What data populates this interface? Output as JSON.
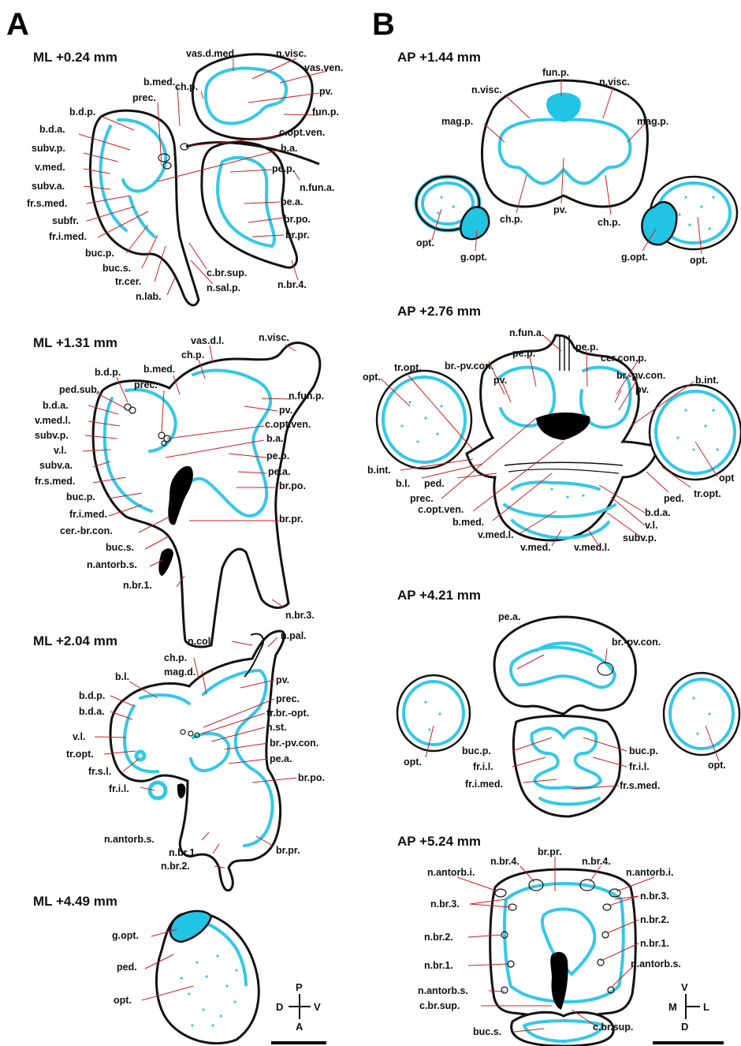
{
  "panels": {
    "a": "A",
    "b": "B"
  },
  "sections": {
    "ml024": "ML +0.24 mm",
    "ml131": "ML +1.31 mm",
    "ml204": "ML +2.04 mm",
    "ml449": "ML +4.49 mm",
    "ap144": "AP +1.44 mm",
    "ap276": "AP +2.76 mm",
    "ap421": "AP +4.21 mm",
    "ap524": "AP +5.24 mm"
  },
  "orientation": {
    "a": {
      "top": "P",
      "left": "D",
      "right": "V",
      "bottom": "A"
    },
    "b": {
      "top": "V",
      "left": "M",
      "right": "L",
      "bottom": "D"
    }
  },
  "labels": {
    "s1": [
      "vas.d.med.",
      "n.visc.",
      "vas.ven.",
      "ch.p.",
      "b.med.",
      "pv.",
      "prec.",
      "fun.p.",
      "b.d.p.",
      "c.opt.ven.",
      "b.d.a.",
      "b.a.",
      "subv.p.",
      "pe.p.",
      "v.med.",
      "subv.a.",
      "n.fun.a.",
      "fr.s.med.",
      "pe.a.",
      "subfr.",
      "br.po.",
      "fr.i.med.",
      "br.pr.",
      "buc.p.",
      "buc.s.",
      "c.br.sup.",
      "tr.cer.",
      "n.sal.p.",
      "n.br.4.",
      "n.lab."
    ],
    "s2": [
      "vas.d.l.",
      "n.visc.",
      "ch.p.",
      "b.med.",
      "b.d.p.",
      "prec.",
      "ped.sub.",
      "n.fun.p.",
      "b.d.a.",
      "pv.",
      "v.med.l.",
      "subv.p.",
      "c.opt.ven.",
      "v.l.",
      "b.a.",
      "subv.a.",
      "pe.p.",
      "fr.s.med.",
      "pe.a.",
      "buc.p.",
      "br.po.",
      "fr.i.med.",
      "cer.-br.con.",
      "br.pr.",
      "buc.s.",
      "n.antorb.s.",
      "n.br.3.",
      "n.br.1."
    ],
    "s3": [
      "n.col.",
      "n.pal.",
      "ch.p.",
      "mag.d.",
      "b.l.",
      "pv.",
      "b.d.p.",
      "prec.",
      "b.d.a.",
      "tr.br.-opt.",
      "n.st.",
      "v.l.",
      "br.-pv.con.",
      "tr.opt.",
      "pe.a.",
      "fr.s.l.",
      "br.po.",
      "fr.i.l.",
      "n.antorb.s.",
      "n.br.1.",
      "n.br.2.",
      "br.pr."
    ],
    "s4": [
      "g.opt.",
      "ped.",
      "opt."
    ],
    "s5": [
      "fun.p.",
      "n.visc.",
      "n.visc.",
      "mag.p.",
      "mag.p.",
      "ch.p.",
      "ch.p.",
      "pv.",
      "opt.",
      "g.opt.",
      "g.opt.",
      "opt."
    ],
    "s6": [
      "n.fun.a.",
      "pe.p.",
      "pe.p.",
      "br.-pv.con.",
      "cer.con.p.",
      "tr.opt.",
      "pv.",
      "br.-pv.con.",
      "opt.",
      "pv.",
      "b.int.",
      "b.int.",
      "b.l.",
      "ped.",
      "opt",
      "prec.",
      "ped.",
      "tr.opt.",
      "c.opt.ven.",
      "b.d.a.",
      "b.med.",
      "v.l.",
      "v.med.l.",
      "subv.p.",
      "v.med.",
      "v.med.l."
    ],
    "s7": [
      "pe.a.",
      "br.-pv.con.",
      "buc.p.",
      "buc.p.",
      "fr.i.l.",
      "fr.i.l.",
      "opt.",
      "opt.",
      "fr.i.med.",
      "fr.s.med."
    ],
    "s8": [
      "br.pr.",
      "n.br.4.",
      "n.br.4.",
      "n.antorb.i.",
      "n.antorb.i.",
      "n.br.3.",
      "n.br.3.",
      "n.br.2.",
      "n.br.2.",
      "n.br.1.",
      "n.br.1.",
      "n.antorb.s.",
      "n.antorb.s.",
      "c.br.sup.",
      "c.br.sup.",
      "buc.s."
    ]
  },
  "colors": {
    "outline": "#111111",
    "stain": "#33c8e8",
    "leader": "#c82020",
    "background": "#ffffff"
  }
}
